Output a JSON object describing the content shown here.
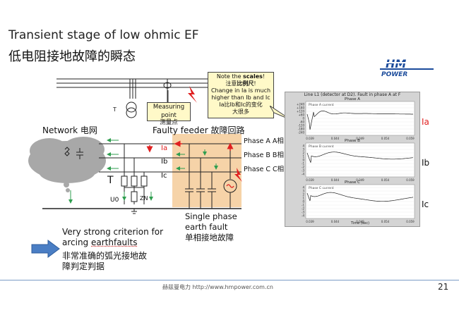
{
  "title": {
    "en": "Transient stage of low ohmic EF",
    "zh": "低电阻接地故障的瞬态"
  },
  "logo": {
    "line1": "HM",
    "line2": "POWER"
  },
  "callout_measuring": {
    "en": "Measuring point",
    "zh": "测量点"
  },
  "note": {
    "line1_prefix": "Note the ",
    "line1_bold": "scales",
    "line1_suffix": "!",
    "line2_prefix": "注意",
    "line2_bold": "比例尺",
    "line2_suffix": "!",
    "line3": "Change in Ia is much",
    "line4": "higher than Ib and Ic",
    "line5": "Ia比Ib和Ic的变化",
    "line6": "大很多"
  },
  "labels": {
    "network": "Network 电网",
    "faulty_feeder": "Faulty feeder 故障回路",
    "T_top": "T",
    "T_main": "T",
    "Ia": "Ia",
    "Ib": "Ib",
    "Ic": "Ic",
    "U0": "U0",
    "ZN": "ZN",
    "phase_a": "Phase A  A相",
    "phase_b": "Phase B  B相",
    "phase_c": "Phase C  C相",
    "single_phase_en1": "Single phase",
    "single_phase_en2": "earth fault",
    "single_phase_zh": "单相接地故障",
    "right_Ia": "Ia",
    "right_Ib": "Ib",
    "right_Ic": "Ic"
  },
  "graph": {
    "title": "Line L1 (detector at D2). Fault in phase A at F",
    "panels": [
      {
        "name": "Phase A",
        "legend": "Phase A current",
        "yticks": [
          "+240",
          "+180",
          "+120",
          "+60",
          "0",
          "-60",
          "-120",
          "-180",
          "-240"
        ]
      },
      {
        "name": "Phase B",
        "legend": "Phase B current",
        "yticks": [
          "4",
          "3",
          "2",
          "1",
          "0",
          "-1",
          "-2",
          "-3",
          "-4"
        ]
      },
      {
        "name": "Phase C",
        "legend": "Phase C current",
        "yticks": [
          "4",
          "3",
          "2",
          "1",
          "0",
          "-1",
          "-2",
          "-3",
          "-4"
        ]
      }
    ],
    "xticks": [
      "0.039",
      "0.044",
      "0.049",
      "0.054",
      "0.059"
    ],
    "xlabel": "Time (sec)"
  },
  "criterion": {
    "en1": "Very strong criterion for",
    "en2_prefix": "arcing ",
    "en2_underlined": "earthfaults",
    "zh1": "非常准确的弧光接地故",
    "zh2": "障判定判据"
  },
  "footer": {
    "text": "赫兹曼电力    http://www.hmpower.com.cn",
    "page": "21"
  },
  "colors": {
    "arrow_red": "#e02020",
    "arrow_green": "#2f9e4f",
    "feeder_bg": "#f6d3a8",
    "note_bg": "#fff9c8",
    "logo_blue": "#1b4b9b"
  }
}
